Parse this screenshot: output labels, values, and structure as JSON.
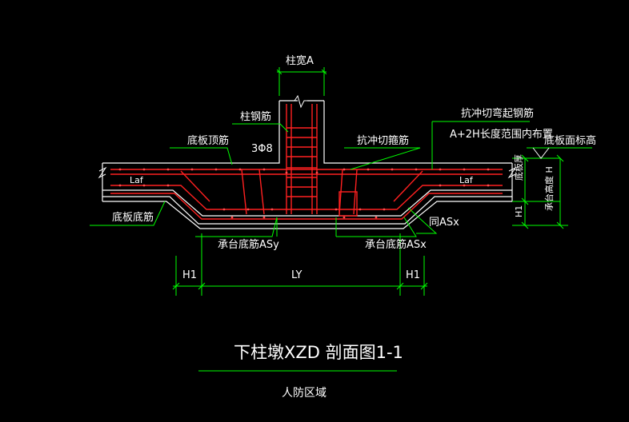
{
  "colors": {
    "background": "#000000",
    "outline": "#ffffff",
    "rebar": "#ff2020",
    "leader": "#00ff00",
    "dimension": "#00ff00",
    "text": "#ffffff",
    "bar_dot": "#ff4d4d"
  },
  "labels": {
    "column_width": "柱宽A",
    "column_rebar": "柱钢筋",
    "slab_top_rebar": "底板顶筋",
    "stirrup_count": "3Φ8",
    "punching_stirrup": "抗冲切箍筋",
    "punching_bent_bar": "抗冲切弯起钢筋",
    "bent_bar_range": "A+2H长度范围内布置",
    "slab_top_elevation": "底板面标高",
    "slab_thickness": "底板厚",
    "cap_height": "承台高度 H",
    "slab_bottom_rebar": "底板底筋",
    "same_asx": "同ASx",
    "cap_bottom_asy": "承台底筋ASy",
    "cap_bottom_asx": "承台底筋ASx",
    "laf_left": "Laf",
    "laf_right": "Laf",
    "h1_side": "H1"
  },
  "dimensions": {
    "h1_left": "H1",
    "ly": "LY",
    "h1_right": "H1"
  },
  "title": "下柱墩XZD 剖面图1-1",
  "subtitle": "人防区域",
  "icons": {
    "break_mark": "break-line-icon",
    "elevation_mark": "elevation-triangle-icon"
  }
}
